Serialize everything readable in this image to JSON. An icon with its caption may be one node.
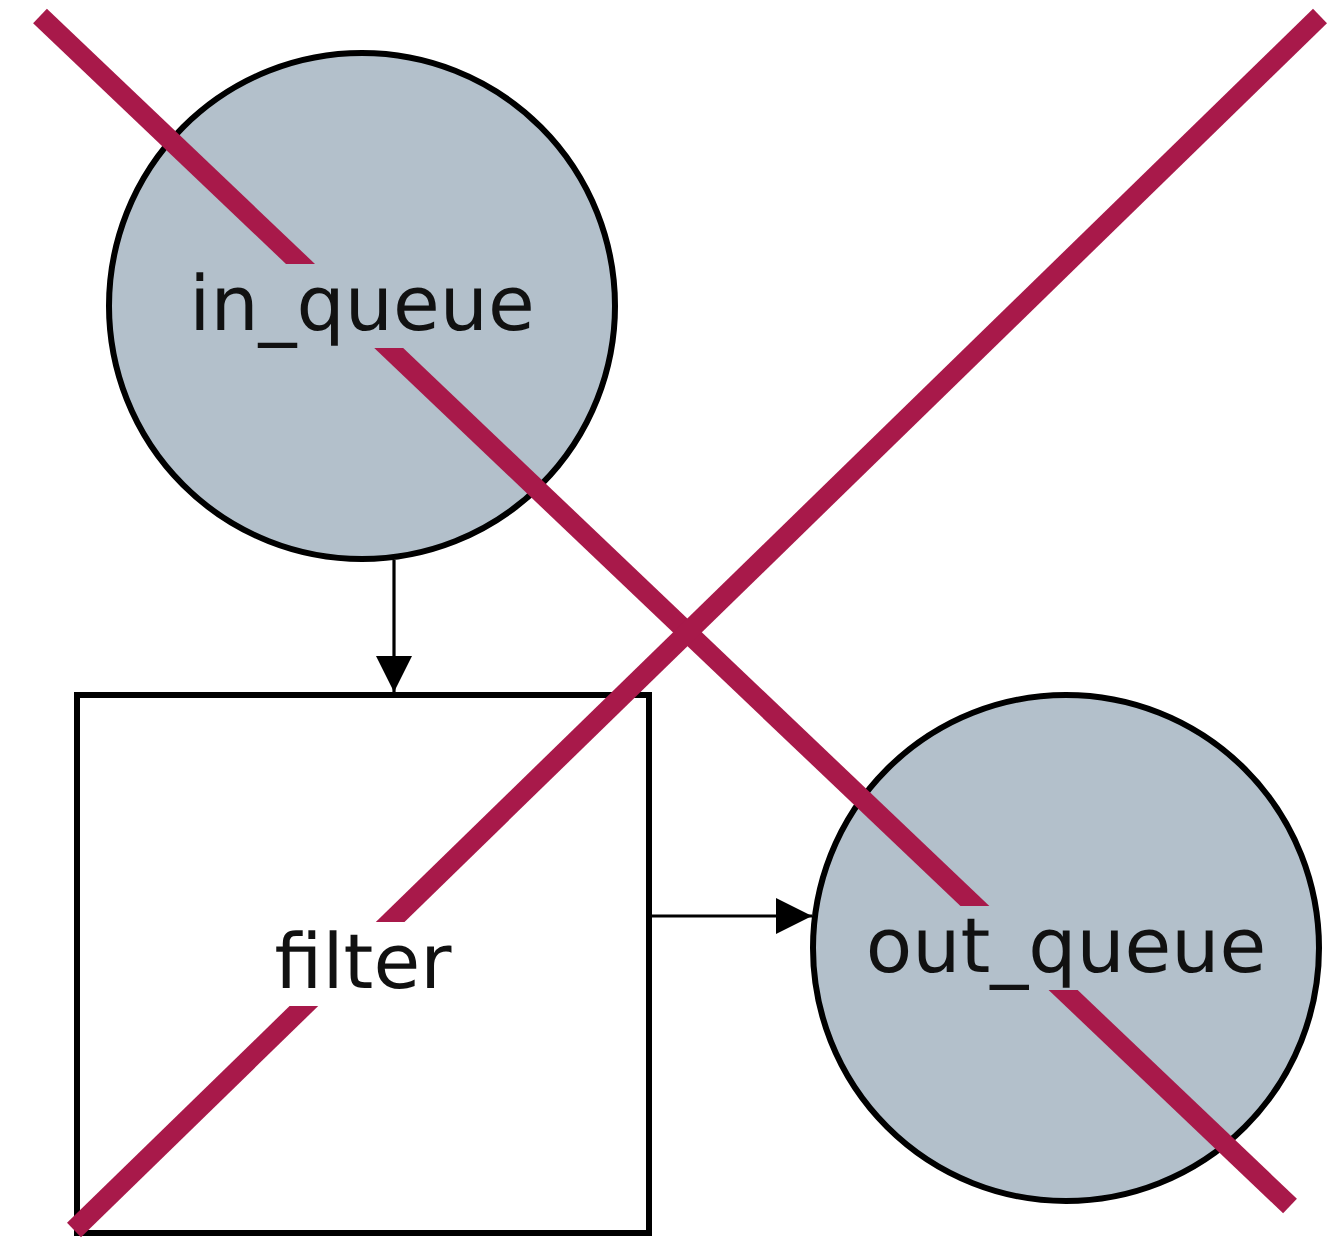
{
  "diagram": {
    "nodes": [
      {
        "text": [
          "in_queue"
        ]
      },
      {
        "text": [
          "filter"
        ]
      },
      {
        "text": [
          "out_queue"
        ]
      }
    ],
    "edges": [
      {
        "from": 0,
        "to": 1,
        "arrow": "to"
      },
      {
        "from": 1,
        "to": 2,
        "arrow": "to"
      }
    ]
  }
}
